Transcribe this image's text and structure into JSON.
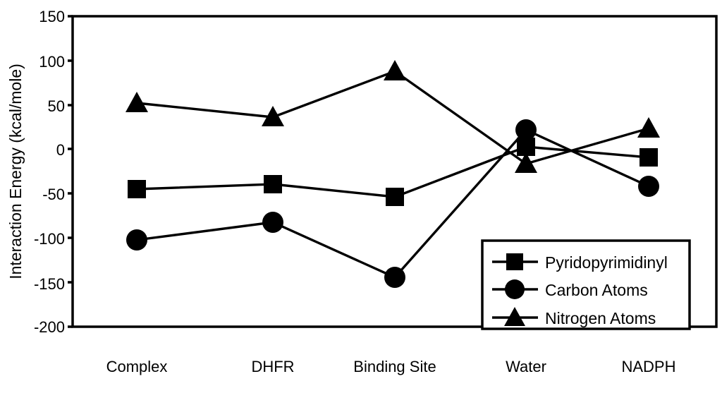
{
  "chart_data": {
    "type": "line",
    "title": "",
    "xlabel": "",
    "ylabel": "Interaction Energy (kcal/mole)",
    "categories": [
      "Complex",
      "DHFR",
      "Binding Site",
      "Water",
      "NADPH"
    ],
    "ylim": [
      -200,
      150
    ],
    "yticks": [
      150,
      100,
      50,
      0,
      -50,
      -100,
      -150,
      -200
    ],
    "ytick_labels": [
      "150",
      "100",
      "50",
      "0",
      "-50",
      "-100",
      "-150",
      "-200"
    ],
    "grid": false,
    "legend_position": "bottom-right",
    "series": [
      {
        "name": "Pyridopyrimidinyl",
        "marker": "square",
        "values": [
          -45,
          -40,
          -54,
          3,
          -9
        ]
      },
      {
        "name": "Carbon Atoms",
        "marker": "circle",
        "values": [
          -102,
          -82,
          -144,
          22,
          -42
        ]
      },
      {
        "name": "Nitrogen Atoms",
        "marker": "triangle",
        "values": [
          57,
          41,
          88,
          -17,
          33
        ]
      }
    ]
  },
  "legend": {
    "entries": [
      {
        "label": "Pyridopyrimidinyl",
        "marker": "square"
      },
      {
        "label": "Carbon Atoms",
        "marker": "circle"
      },
      {
        "label": "Nitrogen Atoms",
        "marker": "triangle"
      }
    ]
  }
}
